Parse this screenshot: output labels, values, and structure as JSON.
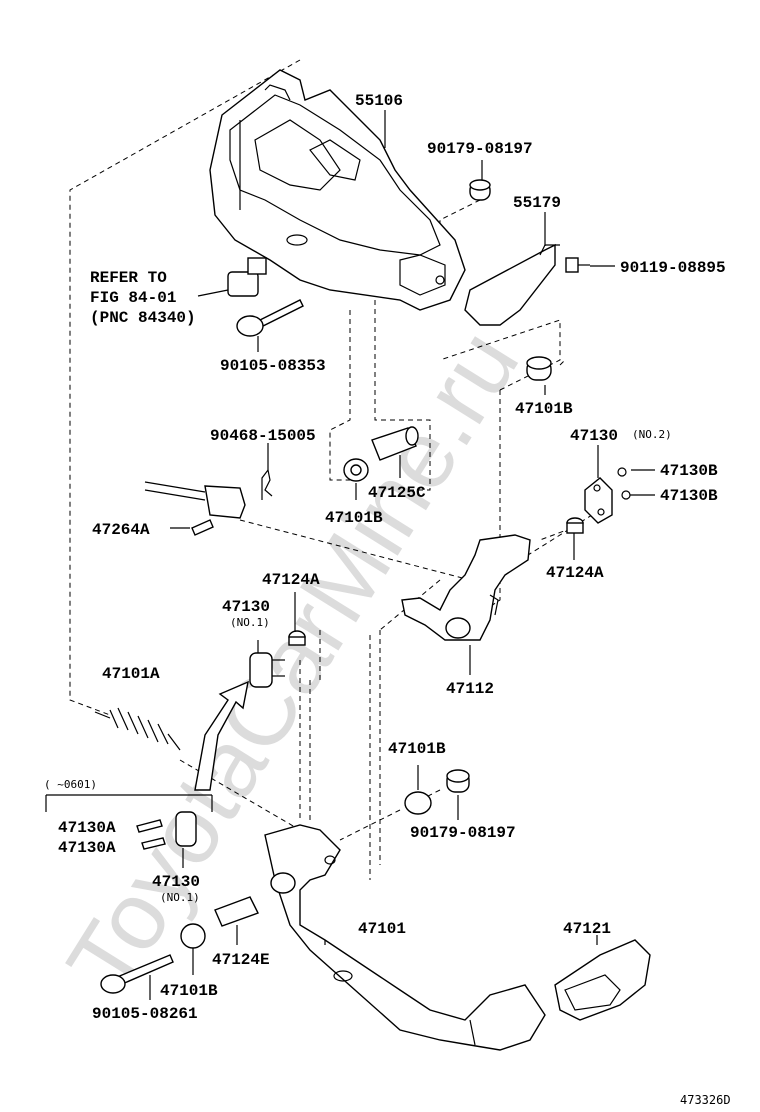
{
  "watermark": "ToyotaCarMine.ru",
  "figure_id": "473326D",
  "labels": {
    "p55106": "55106",
    "p90179_top": "90179-08197",
    "p55179": "55179",
    "p90119": "90119-08895",
    "refer1": "REFER TO",
    "refer2": "FIG 84-01",
    "refer3": "(PNC 84340)",
    "p90105_top": "90105-08353",
    "p47101B_a": "47101B",
    "p47130_no2": "47130",
    "no2": "(NO.2)",
    "p90468": "90468-15005",
    "p47130B_1": "47130B",
    "p47130B_2": "47130B",
    "p47125C": "47125C",
    "p47101B_b": "47101B",
    "p47264A": "47264A",
    "p47124A_r": "47124A",
    "p47124A_l": "47124A",
    "p47130_no1a": "47130",
    "no1a": "(NO.1)",
    "p47112": "47112",
    "p47101A": "47101A",
    "p47101B_c": "47101B",
    "bracket_note": "(     ~0601)",
    "p47130A_1": "47130A",
    "p47130A_2": "47130A",
    "p90179_bot": "90179-08197",
    "p47130_no1b": "47130",
    "no1b": "(NO.1)",
    "p47101": "47101",
    "p47121": "47121",
    "p47124E": "47124E",
    "p47101B_d": "47101B",
    "p90105_bot": "90105-08261"
  }
}
